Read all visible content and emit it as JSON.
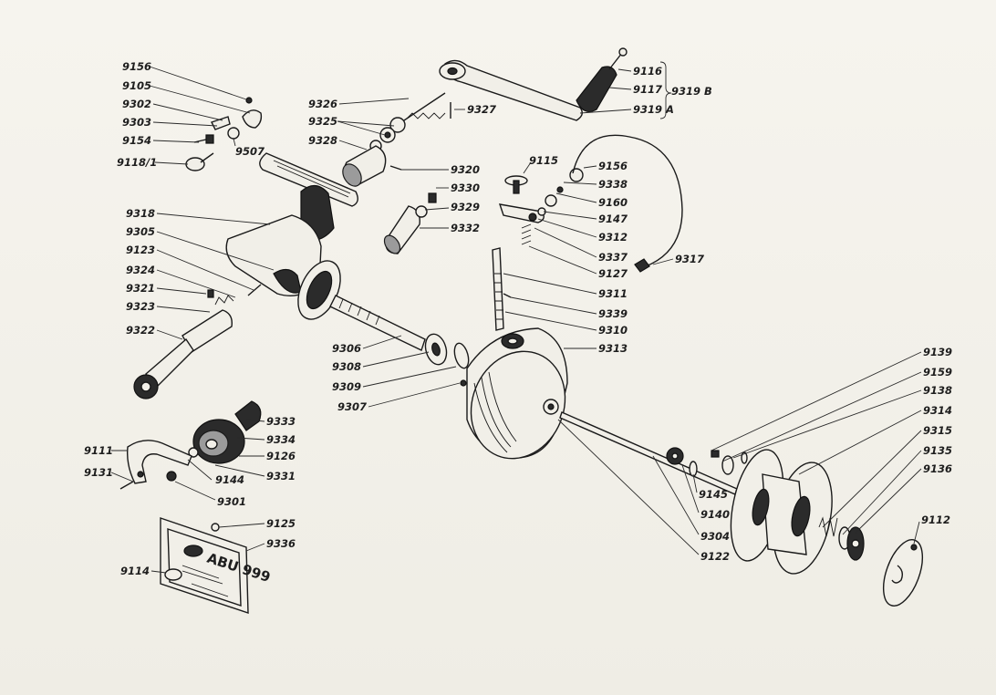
{
  "labels": [
    "9156",
    "9105",
    "9302",
    "9303",
    "9154",
    "9118/1",
    "9507",
    "9326",
    "9325",
    "9328",
    "9327",
    "9320",
    "9330",
    "9329",
    "9332",
    "9116",
    "9117",
    "9319 A",
    "9319 B",
    "9115",
    "9156",
    "9338",
    "9160",
    "9147",
    "9312",
    "9337",
    "9127",
    "9317",
    "9311",
    "9339",
    "9310",
    "9313",
    "9318",
    "9305",
    "9123",
    "9324",
    "9321",
    "9323",
    "9322",
    "9306",
    "9308",
    "9309",
    "9307",
    "9333",
    "9334",
    "9126",
    "9331",
    "9144",
    "9111",
    "9131",
    "9301",
    "9125",
    "9336",
    "9114",
    "9139",
    "9159",
    "9138",
    "9314",
    "9315",
    "9135",
    "9136",
    "9145",
    "9140",
    "9304",
    "9122",
    "9112"
  ],
  "plate_text": "ABU 999",
  "colors": {
    "ink": "#1a1a1a",
    "paper": "#f3f1ea"
  }
}
